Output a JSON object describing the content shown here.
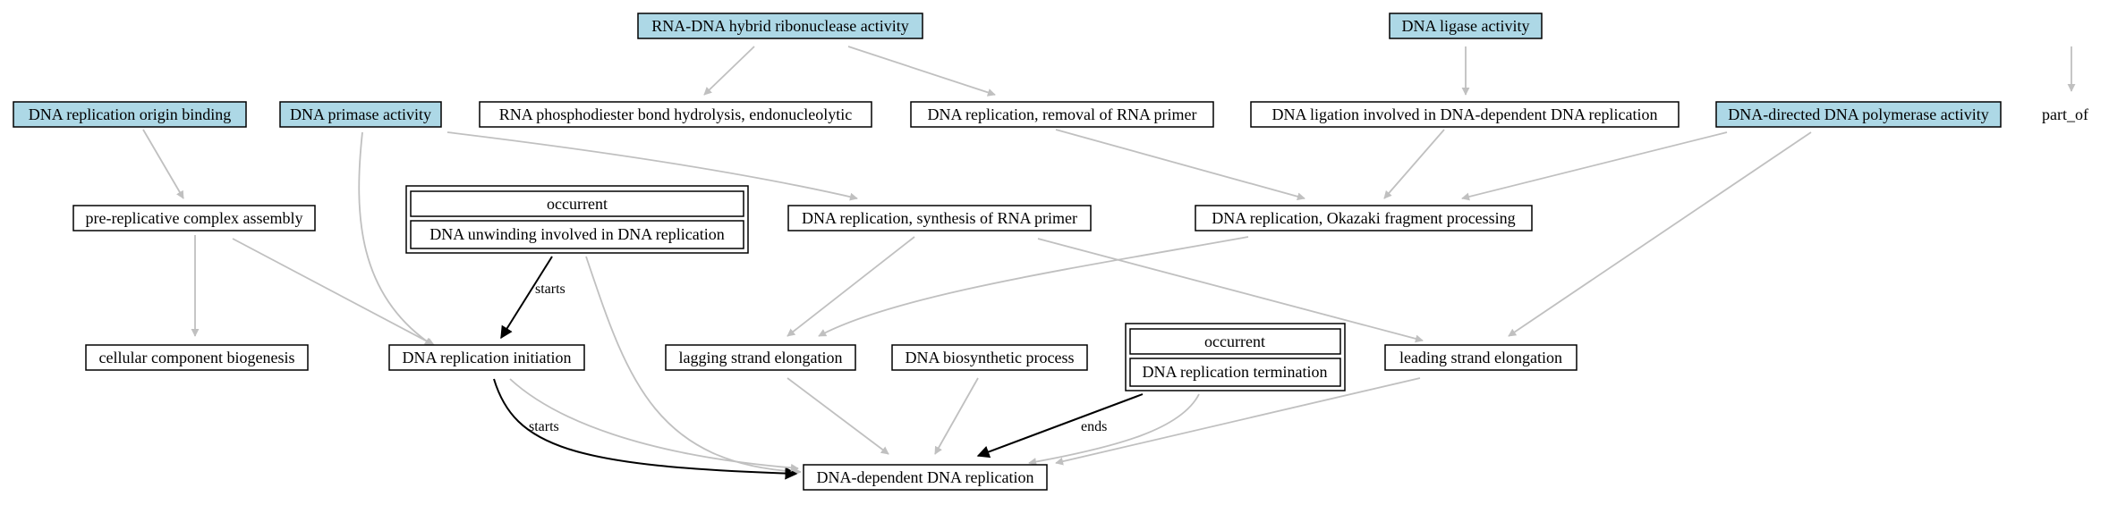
{
  "colors": {
    "highlight_fill": "#add8e6",
    "plain_fill": "#ffffff",
    "node_border": "#000000",
    "is_a_edge": "#c0c0c0",
    "relation_edge": "#000000"
  },
  "nodes": {
    "rna_dna_hybrid": "RNA-DNA hybrid ribonuclease activity",
    "dna_ligase": "DNA ligase activity",
    "origin_binding": "DNA replication origin binding",
    "primase": "DNA primase activity",
    "rna_phosphodiester": "RNA phosphodiester bond hydrolysis, endonucleolytic",
    "removal_rna_primer": "DNA replication, removal of RNA primer",
    "ligation_dna_dep": "DNA ligation involved in DNA-dependent DNA replication",
    "dna_directed_polymerase": "DNA-directed DNA polymerase activity",
    "pre_replicative": "pre-replicative complex assembly",
    "synthesis_rna_primer": "DNA replication, synthesis of RNA primer",
    "okazaki": "DNA replication, Okazaki fragment processing",
    "cellular_component": "cellular component biogenesis",
    "initiation": "DNA replication initiation",
    "lagging": "lagging strand elongation",
    "biosynthetic": "DNA biosynthetic process",
    "leading": "leading strand elongation",
    "dna_dependent_replication": "DNA-dependent DNA replication"
  },
  "occurrent_nodes": {
    "unwinding": {
      "header": "occurrent",
      "label": "DNA unwinding involved in DNA replication"
    },
    "termination": {
      "header": "occurrent",
      "label": "DNA replication termination"
    }
  },
  "edge_labels": {
    "starts_unwinding": "starts",
    "starts_initiation": "starts",
    "ends_termination": "ends"
  },
  "legend": {
    "part_of": "part_of"
  }
}
